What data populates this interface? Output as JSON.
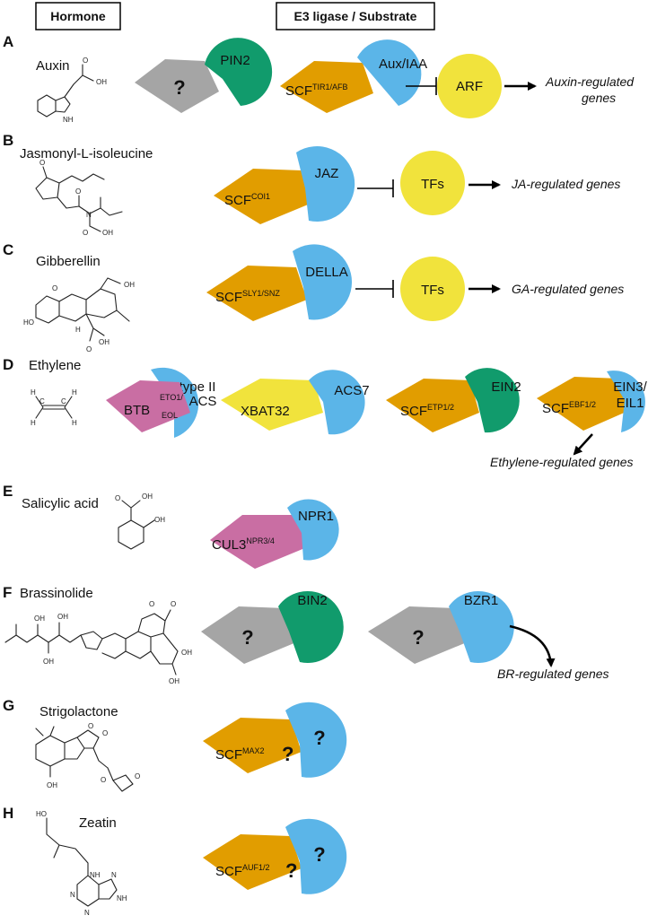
{
  "headers": {
    "hormone": "Hormone",
    "e3": "E3 ligase / Substrate"
  },
  "colors": {
    "gray": "#a5a5a5",
    "green": "#119b6c",
    "orange": "#e19d00",
    "blue": "#5bb5e8",
    "yellow": "#f1e33c",
    "pink": "#c96ea3"
  },
  "panels": {
    "A": {
      "letter": "A",
      "hormone": "Auxin",
      "q": "?",
      "sub1": "PIN2",
      "e3": "SCF",
      "e3sup": "TIR1/AFB",
      "sub2": "Aux/IAA",
      "tf": "ARF",
      "genes1": "Auxin-regulated",
      "genes2": "genes"
    },
    "B": {
      "letter": "B",
      "hormone": "Jasmonyl-L-isoleucine",
      "e3": "SCF",
      "e3sup": "COI1",
      "sub": "JAZ",
      "tf": "TFs",
      "genes": "JA-regulated genes"
    },
    "C": {
      "letter": "C",
      "hormone": "Gibberellin",
      "e3": "SCF",
      "e3sup": "SLY1/SNZ",
      "sub": "DELLA",
      "tf": "TFs",
      "genes": "GA-regulated genes"
    },
    "D": {
      "letter": "D",
      "hormone": "Ethylene",
      "e3a": "BTB",
      "e3asup1": "ETO1/",
      "e3asup2": "EOL",
      "suba1": "type II",
      "suba2": "ACS",
      "e3b": "XBAT32",
      "subb": "ACS7",
      "e3c": "SCF",
      "e3csup": "ETP1/2",
      "subc": "EIN2",
      "e3d": "SCF",
      "e3dsup": "EBF1/2",
      "subd1": "EIN3/",
      "subd2": "EIL1",
      "genes": "Ethylene-regulated genes"
    },
    "E": {
      "letter": "E",
      "hormone": "Salicylic acid",
      "e3": "CUL3",
      "e3sup": "NPR3/4",
      "sub": "NPR1"
    },
    "F": {
      "letter": "F",
      "hormone": "Brassinolide",
      "q1": "?",
      "sub1": "BIN2",
      "q2": "?",
      "sub2": "BZR1",
      "genes": "BR-regulated genes"
    },
    "G": {
      "letter": "G",
      "hormone": "Strigolactone",
      "e3": "SCF",
      "e3sup": "MAX2",
      "q1": "?",
      "q2": "?"
    },
    "H": {
      "letter": "H",
      "hormone": "Zeatin",
      "e3": "SCF",
      "e3sup": "AUF1/2",
      "q1": "?",
      "q2": "?"
    }
  },
  "atoms": {
    "o": "O",
    "oh": "OH",
    "ho": "HO",
    "h": "H",
    "n": "N",
    "nh": "NH",
    "h_n": "H",
    "c": "C"
  }
}
